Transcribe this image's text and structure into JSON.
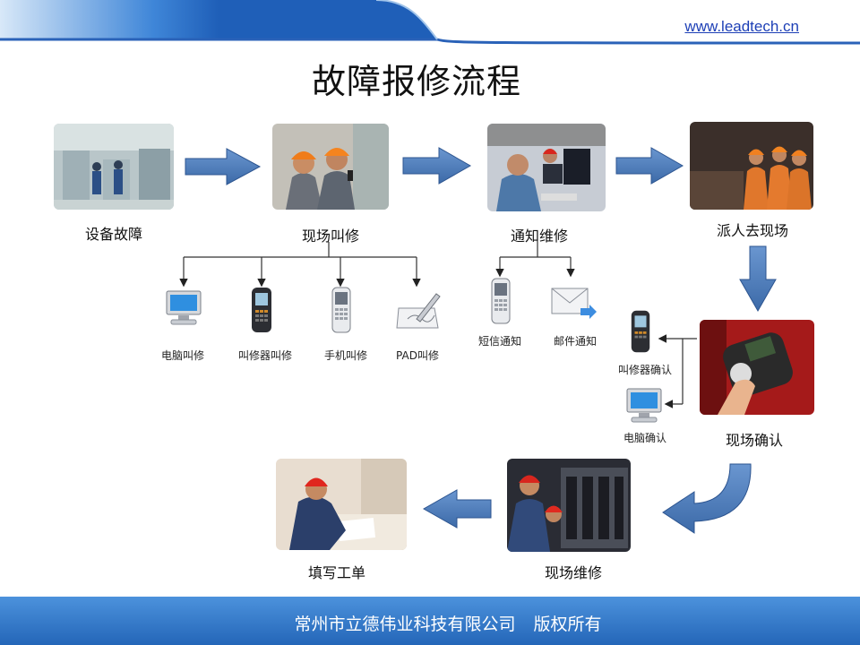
{
  "header": {
    "url": "www.leadtech.cn"
  },
  "title": "故障报修流程",
  "steps": {
    "fault": "设备故障",
    "call": "现场叫修",
    "notify": "通知维修",
    "dispatch": "派人去现场",
    "confirm": "现场确认",
    "repair": "现场维修",
    "form": "填写工单"
  },
  "call_methods": [
    "电脑叫修",
    "叫修器叫修",
    "手机叫修",
    "PAD叫修"
  ],
  "notify_methods": [
    "短信通知",
    "邮件通知"
  ],
  "confirm_methods": [
    "叫修器确认",
    "电脑确认"
  ],
  "footer": {
    "company": "常州市立德伟业科技有限公司",
    "rights": "版权所有"
  },
  "colors": {
    "arrow": "#4a78b8",
    "footer": "#2f78c8",
    "accent": "#2a62b8"
  }
}
